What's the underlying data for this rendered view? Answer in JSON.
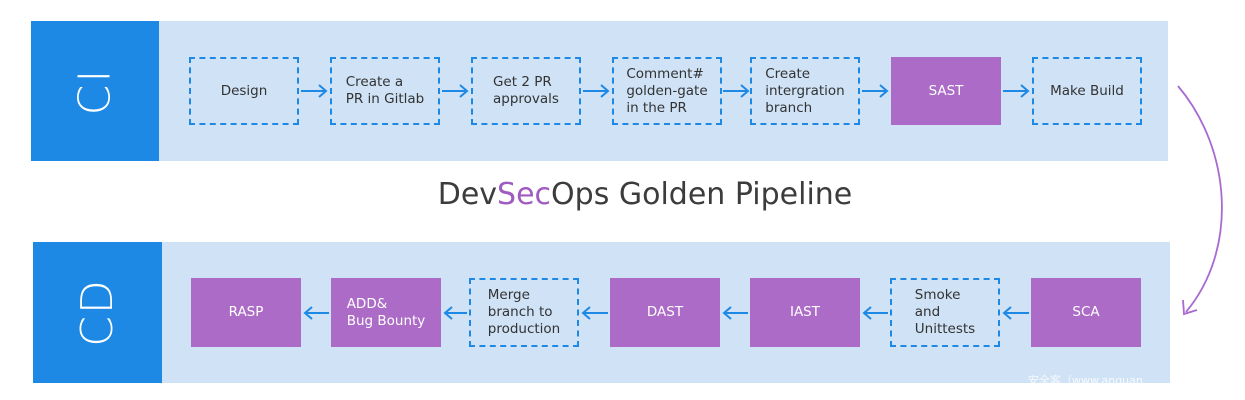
{
  "colors": {
    "band": "#cfe2f6",
    "stage_label": "#1e88e5",
    "security_step": "#ac6bc6",
    "dashed_border": "#1e88e5",
    "title_accent": "#a05bc2",
    "connector": "#a86ad0"
  },
  "title": {
    "prefix": "Dev",
    "accent": "Sec",
    "suffix": "Ops Golden Pipeline"
  },
  "ci": {
    "label": "CI",
    "steps": [
      {
        "text": "Design",
        "style": "dashed"
      },
      {
        "text": "Create a\nPR in Gitlab",
        "style": "dashed"
      },
      {
        "text": "Get 2 PR\napprovals",
        "style": "dashed"
      },
      {
        "text": "Comment#\ngolden-gate\nin the PR",
        "style": "dashed"
      },
      {
        "text": "Create\nintergration\nbranch",
        "style": "dashed"
      },
      {
        "text": "SAST",
        "style": "filled"
      },
      {
        "text": "Make Build",
        "style": "dashed"
      }
    ]
  },
  "cd": {
    "label": "CD",
    "steps": [
      {
        "text": "RASP",
        "style": "filled"
      },
      {
        "text": "ADD&\nBug Bounty",
        "style": "filled"
      },
      {
        "text": "Merge\nbranch to\nproduction",
        "style": "dashed"
      },
      {
        "text": "DAST",
        "style": "filled"
      },
      {
        "text": "IAST",
        "style": "filled"
      },
      {
        "text": "Smoke\nand\nUnittests",
        "style": "dashed"
      },
      {
        "text": "SCA",
        "style": "filled"
      }
    ]
  },
  "watermark": "安全客（www.anquan"
}
